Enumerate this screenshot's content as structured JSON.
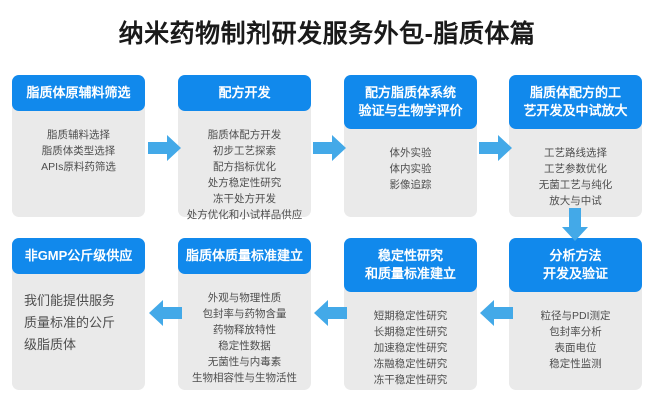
{
  "title": "纳米药物制剂研发服务外包-脂质体篇",
  "colors": {
    "header_blue": "#1189ec",
    "arrow_blue": "#43a9e8",
    "panel_gray": "#eaeaea",
    "text_gray": "#4e4e4e",
    "title_black": "#1a1a1a"
  },
  "row1": [
    {
      "header": "脂质体原辅料筛选",
      "items": [
        "脂质辅料选择",
        "脂质体类型选择",
        "APIs原料药筛选"
      ]
    },
    {
      "header": "配方开发",
      "items": [
        "脂质体配方开发",
        "初步工艺探索",
        "配方指标优化",
        "处方稳定性研究",
        "冻干处方开发",
        "处方优化和小试样品供应"
      ]
    },
    {
      "header": "配方脂质体系统\n验证与生物学评价",
      "items": [
        "体外实验",
        "体内实验",
        "影像追踪"
      ]
    },
    {
      "header": "脂质体配方的工\n艺开发及中试放大",
      "items": [
        "工艺路线选择",
        "工艺参数优化",
        "无菌工艺与纯化",
        "放大与中试"
      ]
    }
  ],
  "row2": [
    {
      "header": "非GMP公斤级供应",
      "items": [
        "我们能提供服务",
        "质量标准的公斤",
        "级脂质体"
      ]
    },
    {
      "header": "脂质体质量标准建立",
      "items": [
        "外观与物理性质",
        "包封率与药物含量",
        "药物释放特性",
        "稳定性数据",
        "无菌性与内毒素",
        "生物相容性与生物活性"
      ]
    },
    {
      "header": "稳定性研究\n和质量标准建立",
      "items": [
        "短期稳定性研究",
        "长期稳定性研究",
        "加速稳定性研究",
        "冻融稳定性研究",
        "冻干稳定性研究"
      ]
    },
    {
      "header": "分析方法\n开发及验证",
      "items": [
        "粒径与PDI测定",
        "包封率分析",
        "表面电位",
        "稳定性监测"
      ]
    }
  ],
  "arrows": {
    "right_1": "arrow-right-icon",
    "right_2": "arrow-right-icon",
    "right_3": "arrow-right-icon",
    "down_1": "arrow-down-icon",
    "left_1": "arrow-left-icon",
    "left_2": "arrow-left-icon",
    "left_3": "arrow-left-icon"
  }
}
